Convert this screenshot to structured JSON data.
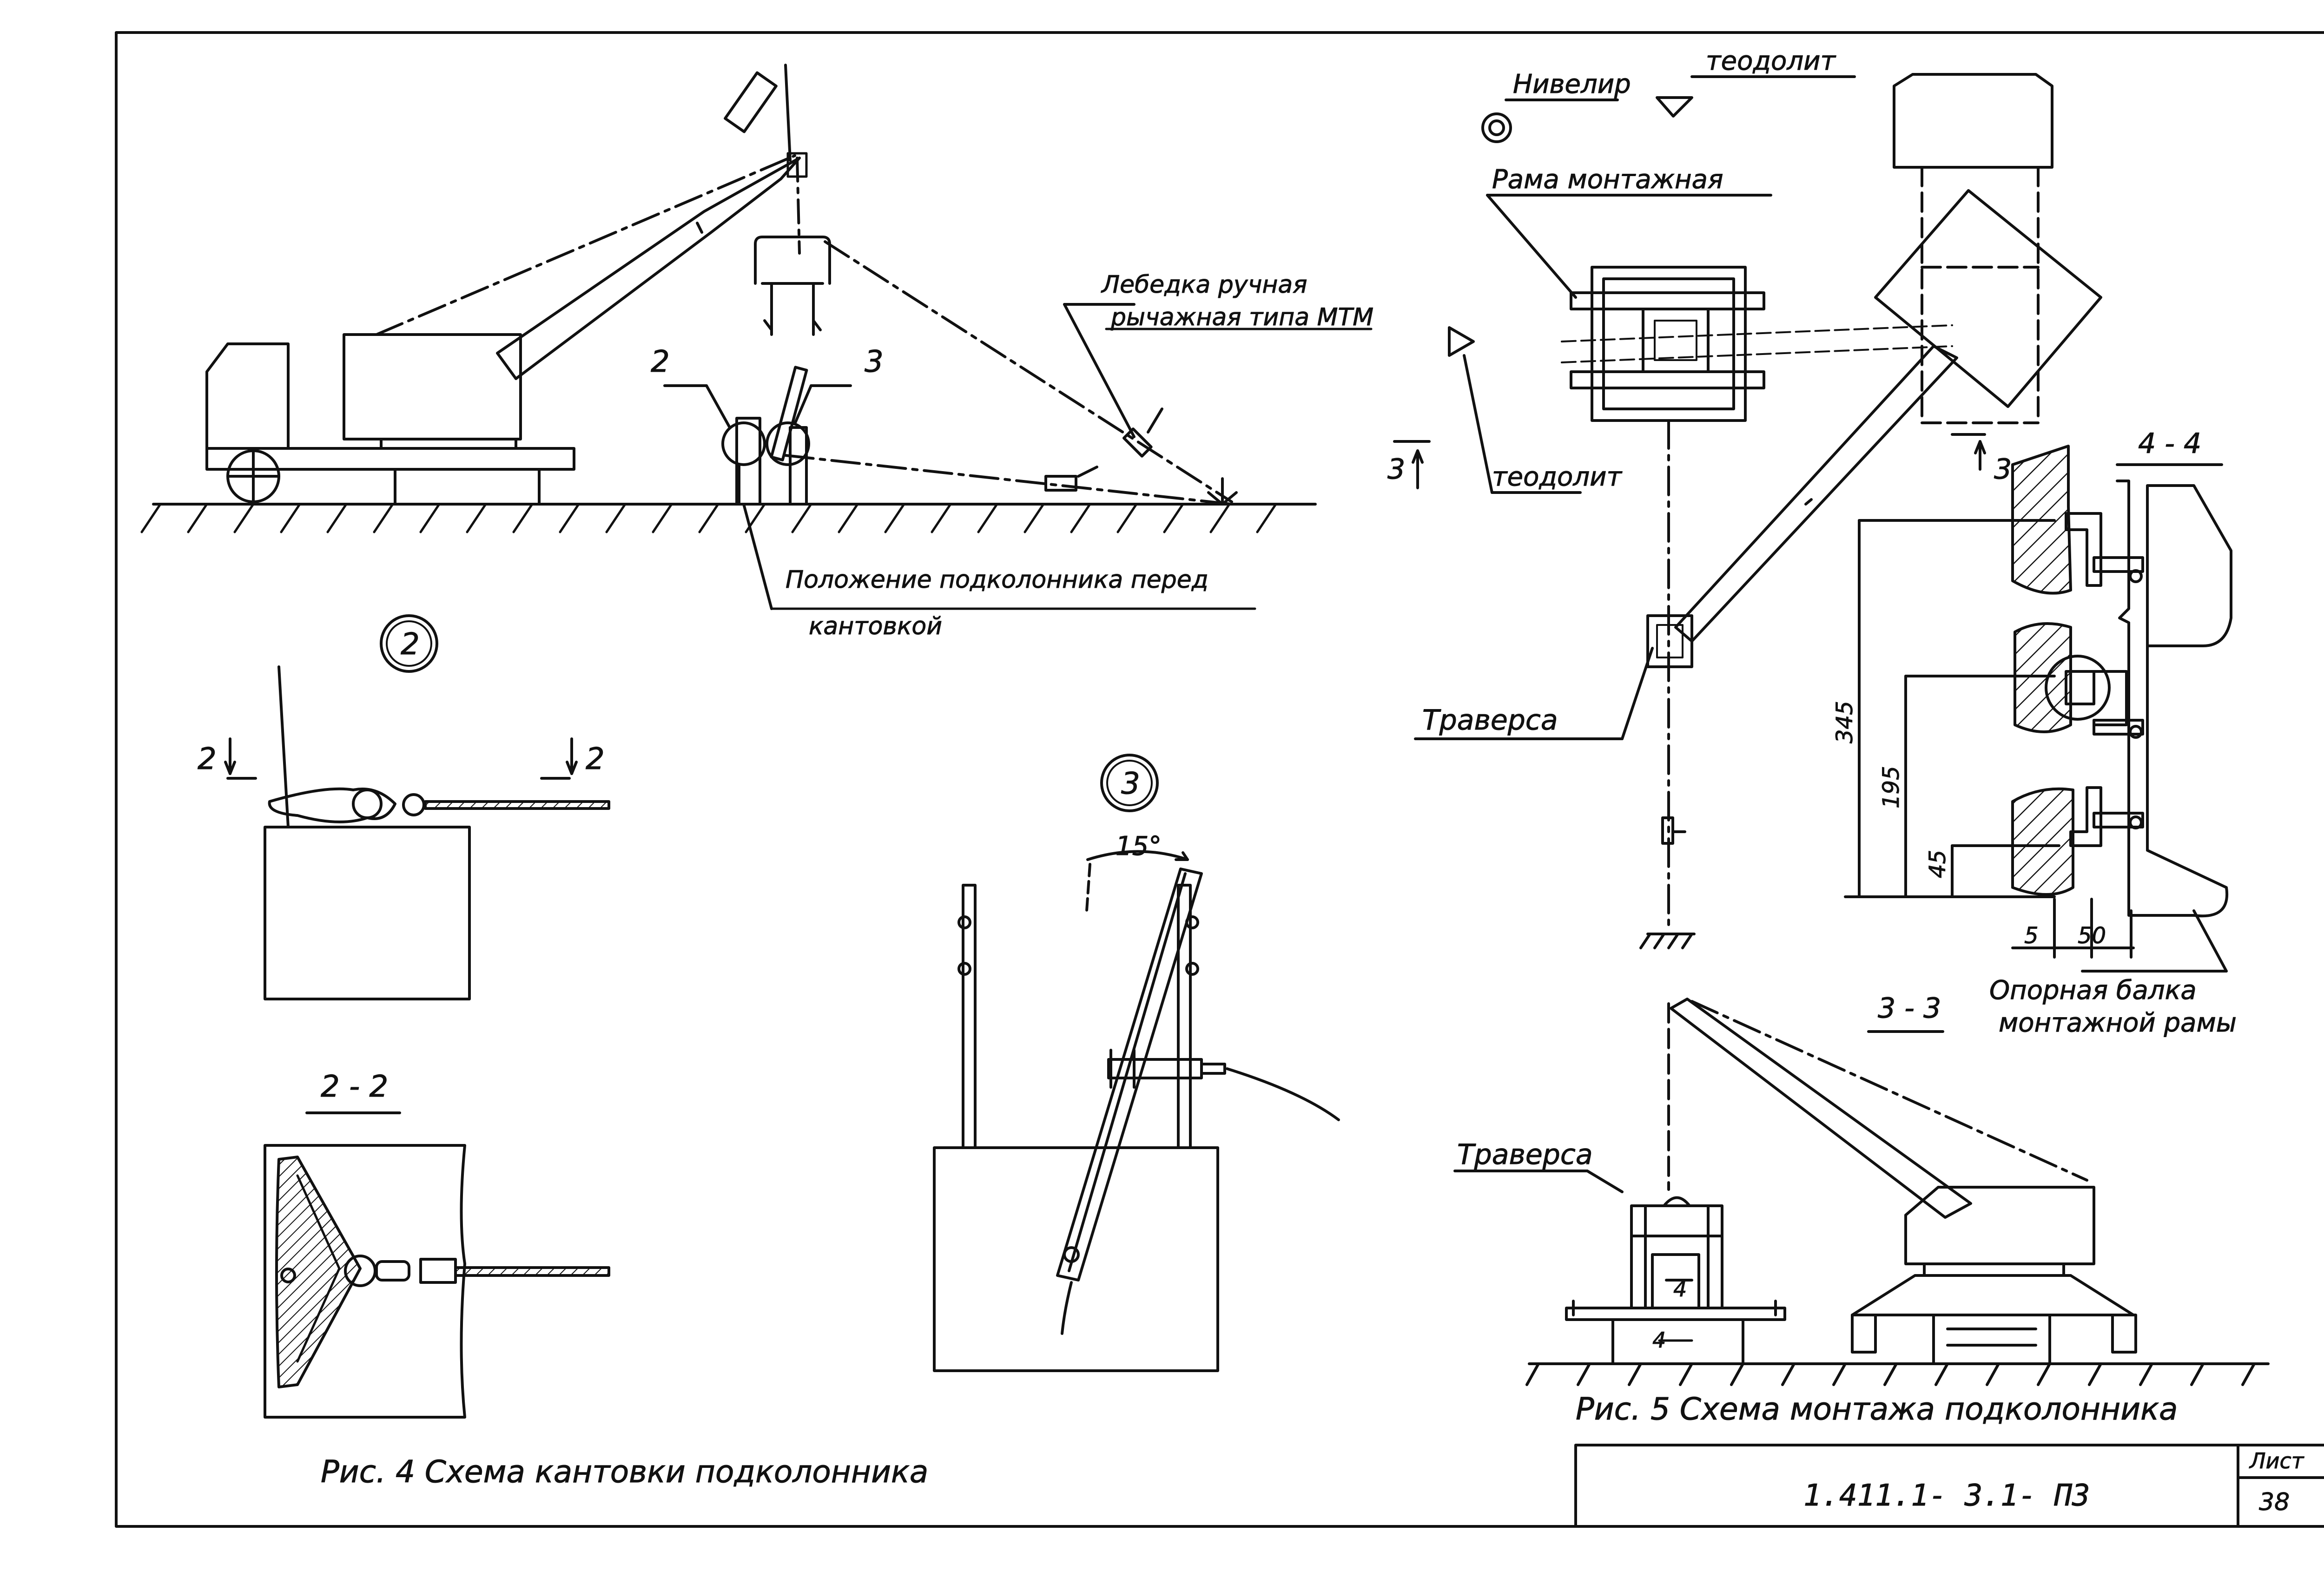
{
  "fig4": {
    "caption": "Рис. 4  Схема  кантовки  подколонника",
    "callout_2": "2",
    "callout_3": "3",
    "position_note_line1": "Положение  подколонника  перед",
    "position_note_line2": "кантовкой",
    "winch_line1": "Лебедка  ручная",
    "winch_line2": "рычажная типа МТМ",
    "detail_2_marker": "2",
    "detail_3_marker": "3",
    "section_2_left": "2",
    "section_2_right": "2",
    "section_2_2_title": "2 - 2",
    "angle_label": "15°"
  },
  "fig5": {
    "caption": "Рис. 5  Схема  монтажа  подколонника",
    "level_label": "Нивелир",
    "theodolite_top": "теодолит",
    "frame_label": "Рама  монтажная",
    "theodolite_left": "теодолит",
    "section_3_left": "3",
    "section_3_right": "3",
    "traverse_top": "Траверса",
    "traverse_bottom": "Траверса",
    "section_4_4": "4 - 4",
    "section_3_3": "3 - 3",
    "dim_345": "345",
    "dim_195": "195",
    "dim_45": "45",
    "dim_5": "5",
    "dim_50": "50",
    "beam_line1": "Опорная  балка",
    "beam_line2": "монтажной рамы",
    "dim_4_top": "4",
    "dim_4_bottom": "4"
  },
  "stamp": {
    "doc_code": "1.411.1- 3.1- ПЗ",
    "sheet_label": "Лист",
    "sheet_number": "38"
  }
}
